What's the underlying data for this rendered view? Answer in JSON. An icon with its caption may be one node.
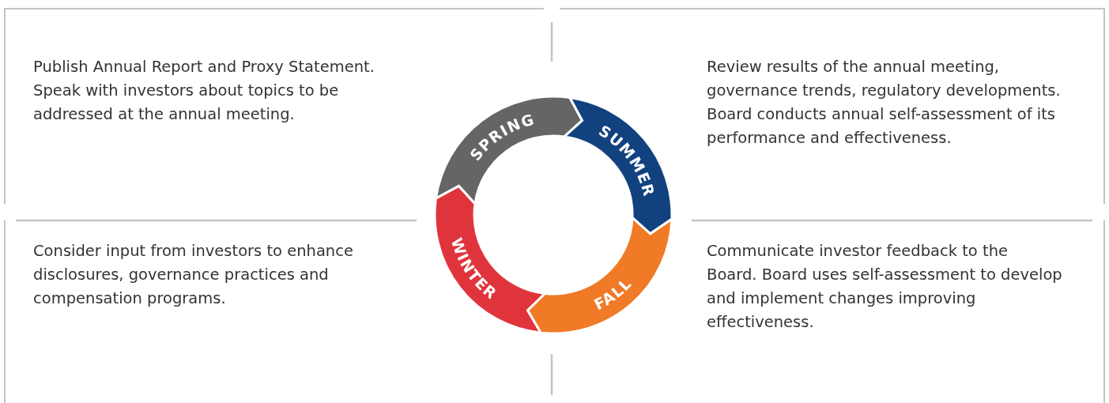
{
  "diagram": {
    "nodes": [
      {
        "text": [
          "Publish Annual Report and Proxy Statement. Speak with investors about topics to be addressed at the annual meeting."
        ]
      },
      {
        "text": [
          "SPRING"
        ]
      },
      {
        "text": [
          "SUMMER"
        ]
      },
      {
        "text": [
          "Review results of the annual meeting, governance trends, regulatory developments. Board conducts annual self-assessment of its performance and effectiveness."
        ]
      },
      {
        "text": [
          "Consider input from investors to enhance disclosures, governance practices and compensation programs."
        ]
      },
      {
        "text": [
          "WINTER"
        ]
      },
      {
        "text": [
          "FALL"
        ]
      },
      {
        "text": [
          "Communicate investor feedback to the Board. Board uses self-assessment to develop and implement changes improving effectiveness."
        ]
      }
    ]
  }
}
